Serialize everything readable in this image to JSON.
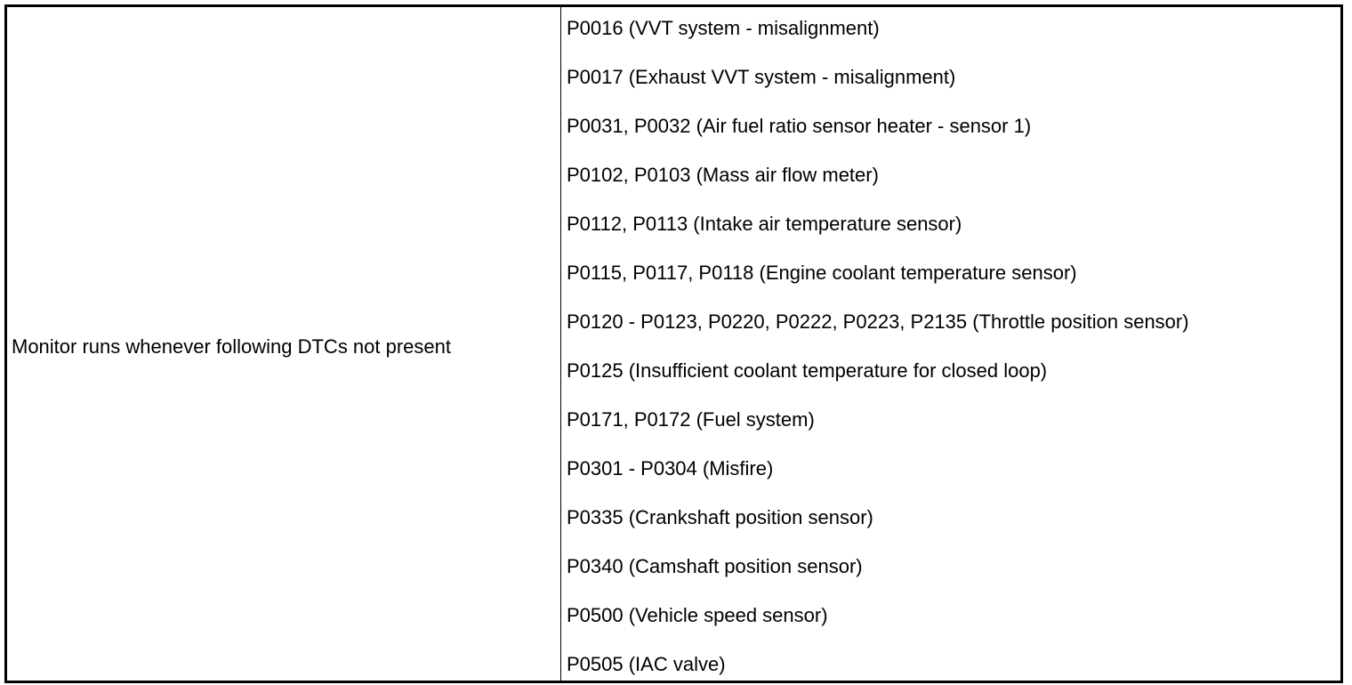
{
  "table": {
    "condition": "Monitor runs whenever following DTCs not present",
    "dtcs": [
      "P0016 (VVT system - misalignment)",
      "P0017 (Exhaust VVT system - misalignment)",
      "P0031, P0032 (Air fuel ratio sensor heater - sensor 1)",
      "P0102, P0103 (Mass air flow meter)",
      "P0112, P0113 (Intake air temperature sensor)",
      "P0115, P0117, P0118 (Engine coolant temperature sensor)",
      "P0120 - P0123, P0220, P0222, P0223, P2135 (Throttle position sensor)",
      "P0125 (Insufficient coolant temperature for closed loop)",
      "P0171, P0172 (Fuel system)",
      "P0301 - P0304 (Misfire)",
      "P0335 (Crankshaft position sensor)",
      "P0340 (Camshaft position sensor)",
      "P0500 (Vehicle speed sensor)",
      "P0505 (IAC valve)"
    ]
  }
}
